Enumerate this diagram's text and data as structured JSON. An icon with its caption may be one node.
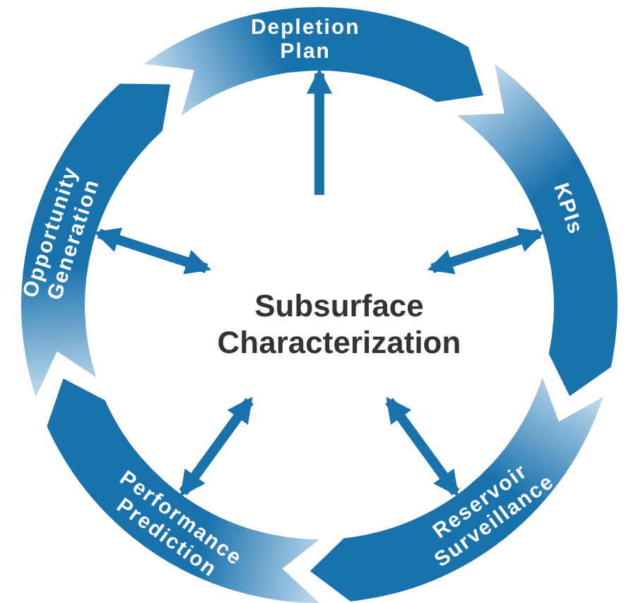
{
  "diagram": {
    "nodes": [
      {
        "text": [
          "Subsurface Characterization"
        ]
      },
      {
        "text": [
          "Depletion Plan"
        ]
      },
      {
        "text": [
          "KPIs"
        ]
      },
      {
        "text": [
          "Reservoir Surveillance"
        ]
      },
      {
        "text": [
          "Performance Prediction"
        ]
      },
      {
        "text": [
          "Opportunity Generation"
        ]
      }
    ],
    "edges": [
      {
        "from": 0,
        "to": 1,
        "arrow": "to"
      },
      {
        "from": 0,
        "to": 2,
        "arrow": "both"
      },
      {
        "from": 0,
        "to": 3,
        "arrow": "both"
      },
      {
        "from": 0,
        "to": 4,
        "arrow": "both"
      },
      {
        "from": 0,
        "to": 5,
        "arrow": "both"
      }
    ]
  }
}
